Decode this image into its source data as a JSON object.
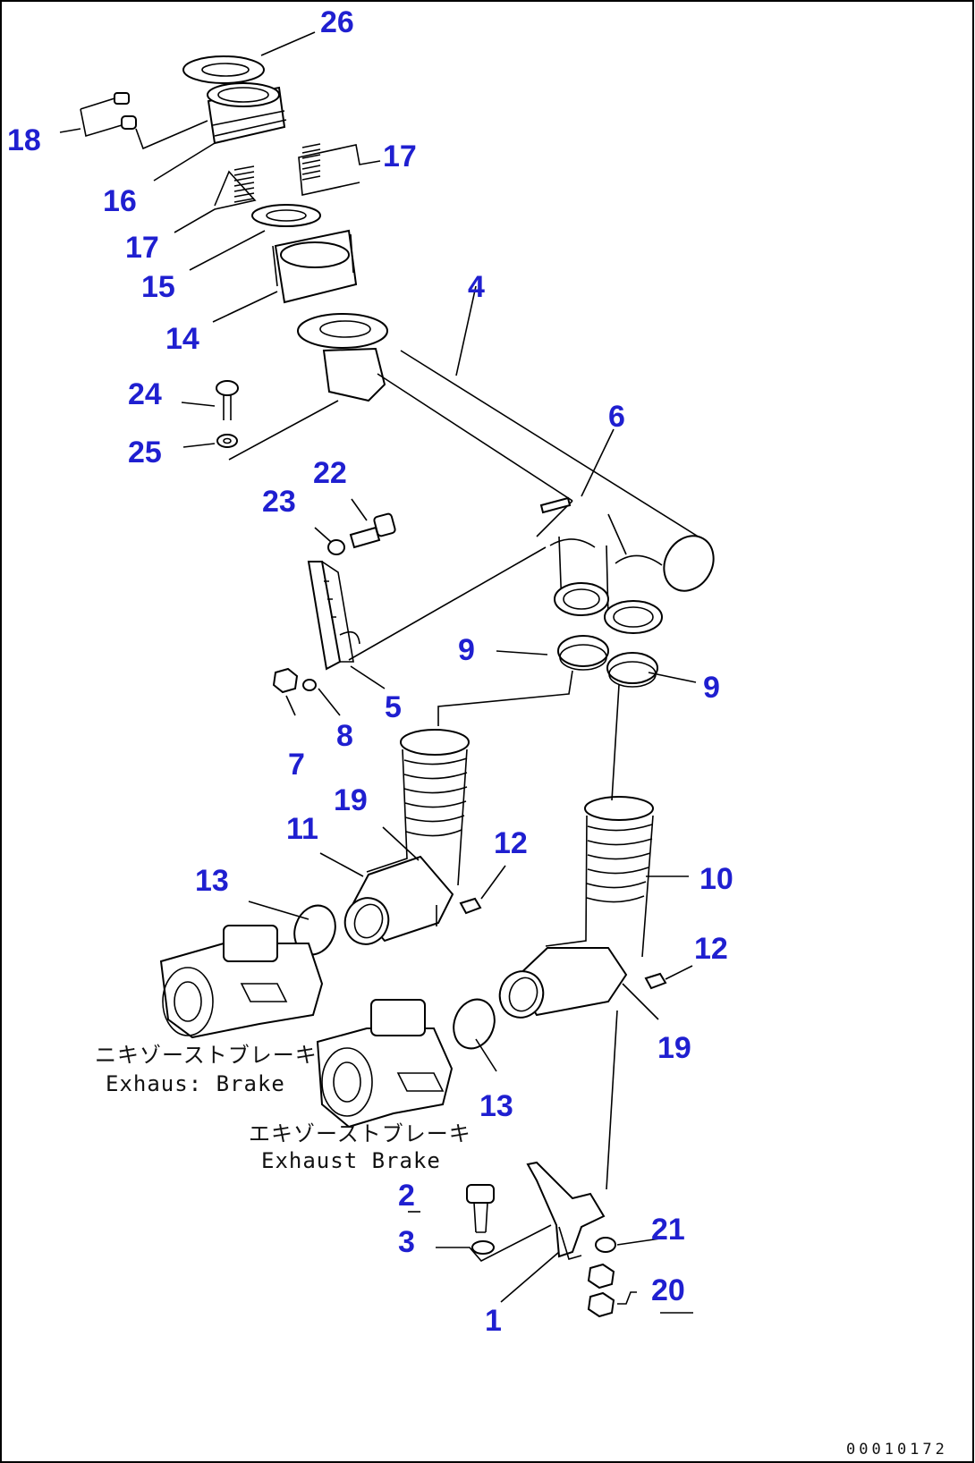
{
  "callouts": {
    "c26": "26",
    "c18": "18",
    "c16": "16",
    "c17a": "17",
    "c17b": "17",
    "c15": "15",
    "c14": "14",
    "c4": "4",
    "c24": "24",
    "c25": "25",
    "c6": "6",
    "c22": "22",
    "c23": "23",
    "c9a": "9",
    "c9b": "9",
    "c5": "5",
    "c7": "7",
    "c8": "8",
    "c19a": "19",
    "c11": "11",
    "c12a": "12",
    "c13a": "13",
    "c10": "10",
    "c12b": "12",
    "c19b": "19",
    "c13b": "13",
    "c2": "2",
    "c3": "3",
    "c21": "21",
    "c20": "20",
    "c1": "1"
  },
  "captions": {
    "brake1_jp": "ニキゾーストブレーキ",
    "brake1_en": "Exhaus: Brake",
    "brake2_jp": "エキゾーストブレーキ",
    "brake2_en": "Exhaust Brake"
  },
  "figure_number": "00010172",
  "colors": {
    "callout": "#1f1fd0",
    "line": "#000000"
  }
}
